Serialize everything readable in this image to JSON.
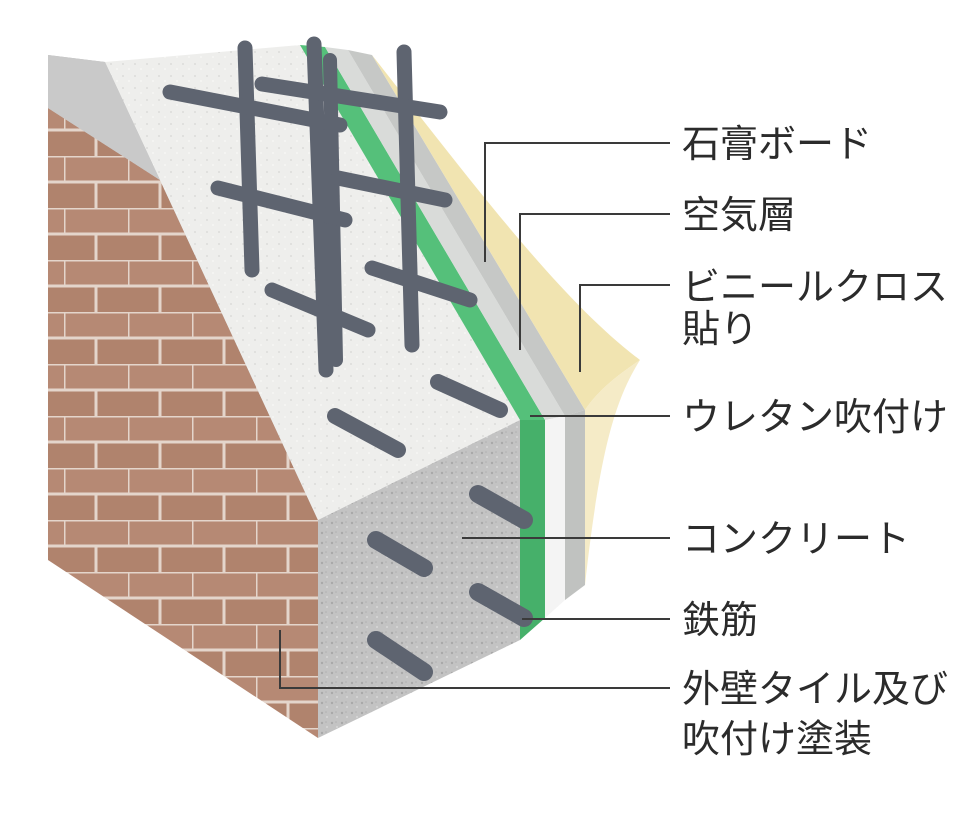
{
  "colors": {
    "brick": "#b88a74",
    "mortar": "#f1e6dc",
    "concrete": "#bdbdbd",
    "concrete_top": "#ececea",
    "urethane": "#55c07a",
    "air_layer": "#cfd1cf",
    "gypsum": "#e4e6e4",
    "vinyl_cloth": "#efe1a8",
    "rebar": "#5e6470",
    "text": "#2b2b2b"
  },
  "labels": {
    "gypsum_board": "石膏ボード",
    "air_layer": "空気層",
    "vinyl_cloth_line1": "ビニールクロス",
    "vinyl_cloth_line2": "貼り",
    "urethane_spray": "ウレタン吹付け",
    "concrete": "コンクリート",
    "rebar": "鉄筋",
    "exterior_line1": "外壁タイル及び",
    "exterior_line2": "吹付け塗装"
  }
}
